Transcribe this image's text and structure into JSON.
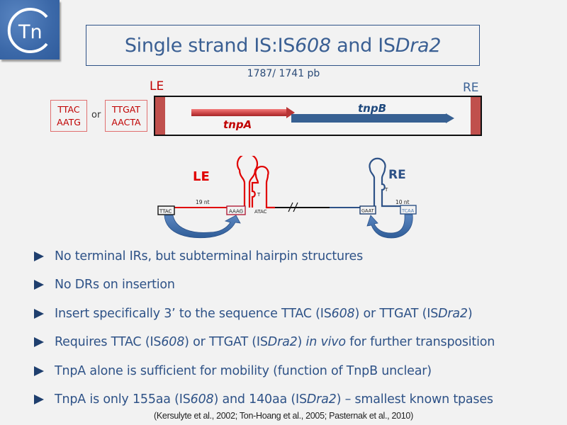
{
  "logo": {
    "text": "Tn",
    "icon": "circle-c-tn-logo"
  },
  "title": {
    "parts": [
      {
        "text": "Single strand IS:IS",
        "italic": false
      },
      {
        "text": "608",
        "italic": true
      },
      {
        "text": " and IS",
        "italic": false
      },
      {
        "text": "Dra2",
        "italic": true
      }
    ]
  },
  "element_map": {
    "size_label": "1787/ 1741 pb",
    "left_end": "LE",
    "right_end": "RE",
    "target_sites": [
      {
        "top": "TTAC",
        "bottom": "AATG"
      },
      {
        "top": "TTGAT",
        "bottom": "AACTA"
      }
    ],
    "or_label": "or",
    "genes": [
      {
        "name": "tnpA",
        "color": "#c0504d"
      },
      {
        "name": "tnpB",
        "color": "#376092"
      }
    ],
    "colors": {
      "le": "#c00000",
      "re": "#3d6396",
      "end_bar": "#c0504d",
      "box_border": "#111111"
    }
  },
  "hairpin_diagram": {
    "le_label": "LE",
    "re_label": "RE",
    "le_spacer": "19 nt",
    "re_spacer": "10 nt",
    "le_sites": [
      "TTAC",
      "AAAG",
      "ATAC"
    ],
    "re_sites": [
      "GAAT",
      "TCAA"
    ],
    "bulge_nt": "T",
    "colors": {
      "le": "#e00000",
      "re": "#2e5287",
      "arrow": "#3c6aa8"
    }
  },
  "bullets": [
    {
      "parts": [
        {
          "text": "No terminal IRs, but subterminal hairpin structures"
        }
      ]
    },
    {
      "parts": [
        {
          "text": "No DRs on insertion"
        }
      ]
    },
    {
      "parts": [
        {
          "text": "Insert specifically 3’ to the sequence TTAC (IS"
        },
        {
          "text": "608",
          "italic": true
        },
        {
          "text": ") or TTGAT (IS"
        },
        {
          "text": "Dra2",
          "italic": true
        },
        {
          "text": ")"
        }
      ]
    },
    {
      "parts": [
        {
          "text": "Requires TTAC (IS"
        },
        {
          "text": "608",
          "italic": true
        },
        {
          "text": ") or TTGAT (IS"
        },
        {
          "text": "Dra2",
          "italic": true
        },
        {
          "text": ") "
        },
        {
          "text": "in vivo",
          "italic": true
        },
        {
          "text": " for further transposition"
        }
      ]
    },
    {
      "parts": [
        {
          "text": "TnpA alone is sufficient for mobility (function of TnpB unclear)"
        }
      ]
    },
    {
      "parts": [
        {
          "text": "TnpA is only 155aa (IS"
        },
        {
          "text": "608",
          "italic": true
        },
        {
          "text": ") and 140aa (IS"
        },
        {
          "text": "Dra2",
          "italic": true
        },
        {
          "text": ") – smallest known tpases"
        }
      ]
    }
  ],
  "references": "(Kersulyte et al., 2002; Ton-Hoang et al., 2005; Pasternak et al., 2010)",
  "theme": {
    "background": "#f2f2f2",
    "text_blue": "#2e5287",
    "bullet_marker": "#1f3f6e"
  }
}
